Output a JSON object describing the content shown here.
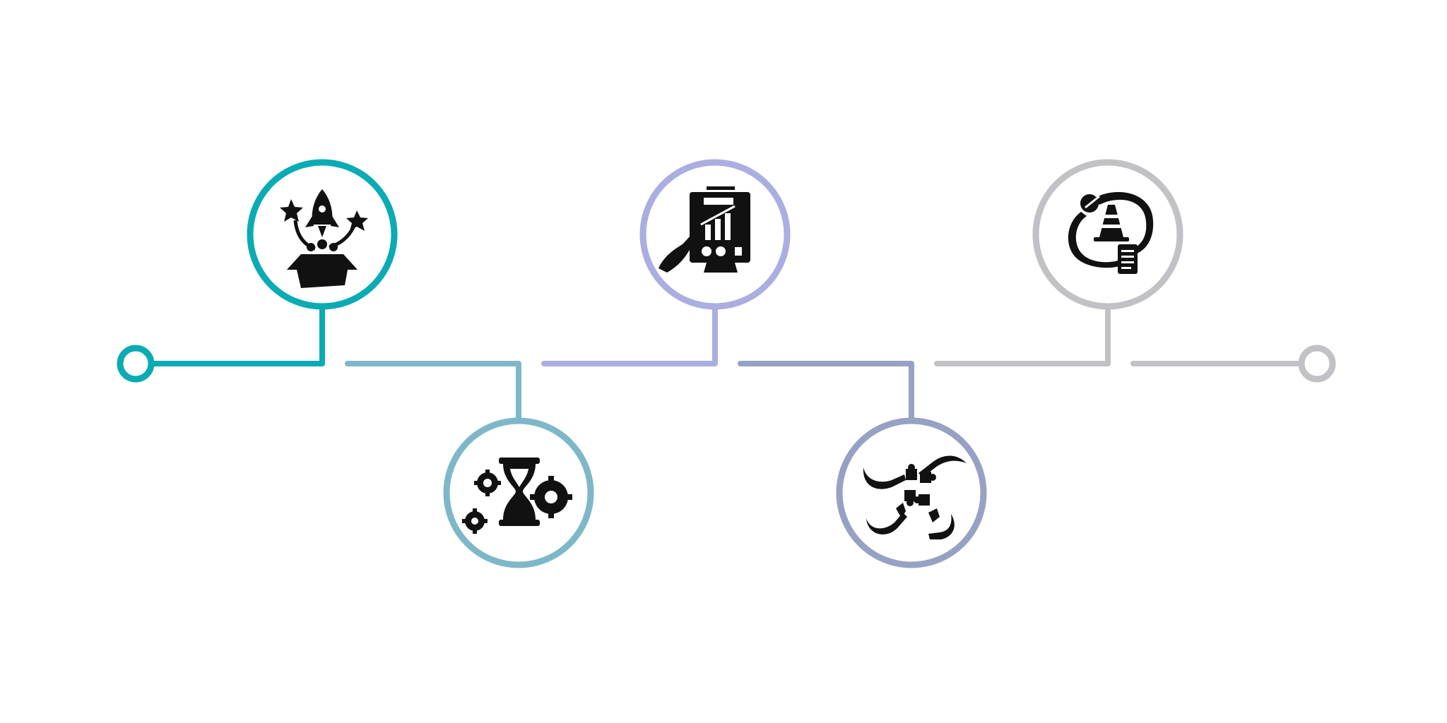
{
  "diagram": {
    "type": "horizontal-timeline",
    "endpoints": {
      "start": {
        "color": "#0aabb4"
      },
      "end": {
        "color": "#c2c2c6"
      }
    },
    "steps": [
      {
        "icon": "rocket-launch-box-icon",
        "color": "#0aabb4",
        "position": "above"
      },
      {
        "icon": "hourglass-gears-icon",
        "color": "#7eb8c8",
        "position": "below"
      },
      {
        "icon": "presentation-chart-board-icon",
        "color": "#aaaee0",
        "position": "above"
      },
      {
        "icon": "hands-puzzle-pieces-icon",
        "color": "#97a1c3",
        "position": "below"
      },
      {
        "icon": "risk-cycle-cone-icon",
        "color": "#c2c2c6",
        "position": "above"
      }
    ]
  }
}
